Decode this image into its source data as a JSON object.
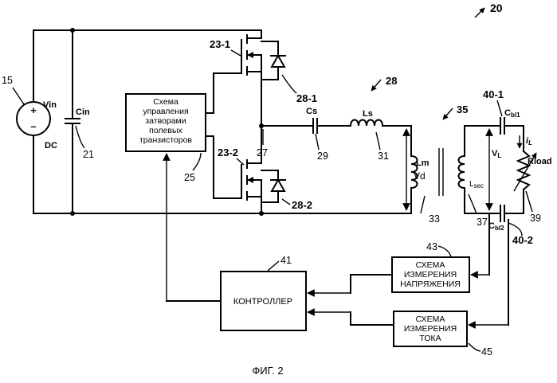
{
  "figure_number": "20",
  "caption": "ФИГ. 2",
  "blocks": {
    "gate_driver": {
      "lines": [
        "Схема",
        "управления",
        "затворами",
        "полевых",
        "транзисторов"
      ]
    },
    "controller": {
      "label": "КОНТРОЛЛЕР"
    },
    "voltage_meas": {
      "lines": [
        "СХЕМА",
        "ИЗМЕРЕНИЯ",
        "НАПРЯЖЕНИЯ"
      ]
    },
    "current_meas": {
      "lines": [
        "СХЕМА",
        "ИЗМЕРЕНИЯ",
        "ТОКА"
      ]
    }
  },
  "components": {
    "vin": "Vin",
    "dc": "DC",
    "cin": "Cin",
    "cs": "Cs",
    "ls": "Ls",
    "lm": "Lm",
    "lsec": "Lsec",
    "vd": "Vd",
    "vl": "VL",
    "cbl1": "Cbl1",
    "cbl2": "Cbl2",
    "il": "iL",
    "rload": "Rload",
    "plus": "+",
    "minus": "–"
  },
  "refs": {
    "r15": "15",
    "r21": "21",
    "r23_1": "23-1",
    "r23_2": "23-2",
    "r25": "25",
    "r27": "27",
    "r28": "28",
    "r28_1": "28-1",
    "r28_2": "28-2",
    "r29": "29",
    "r31": "31",
    "r33": "33",
    "r35": "35",
    "r37": "37",
    "r39": "39",
    "r40_1": "40-1",
    "r40_2": "40-2",
    "r41": "41",
    "r43": "43",
    "r45": "45"
  }
}
